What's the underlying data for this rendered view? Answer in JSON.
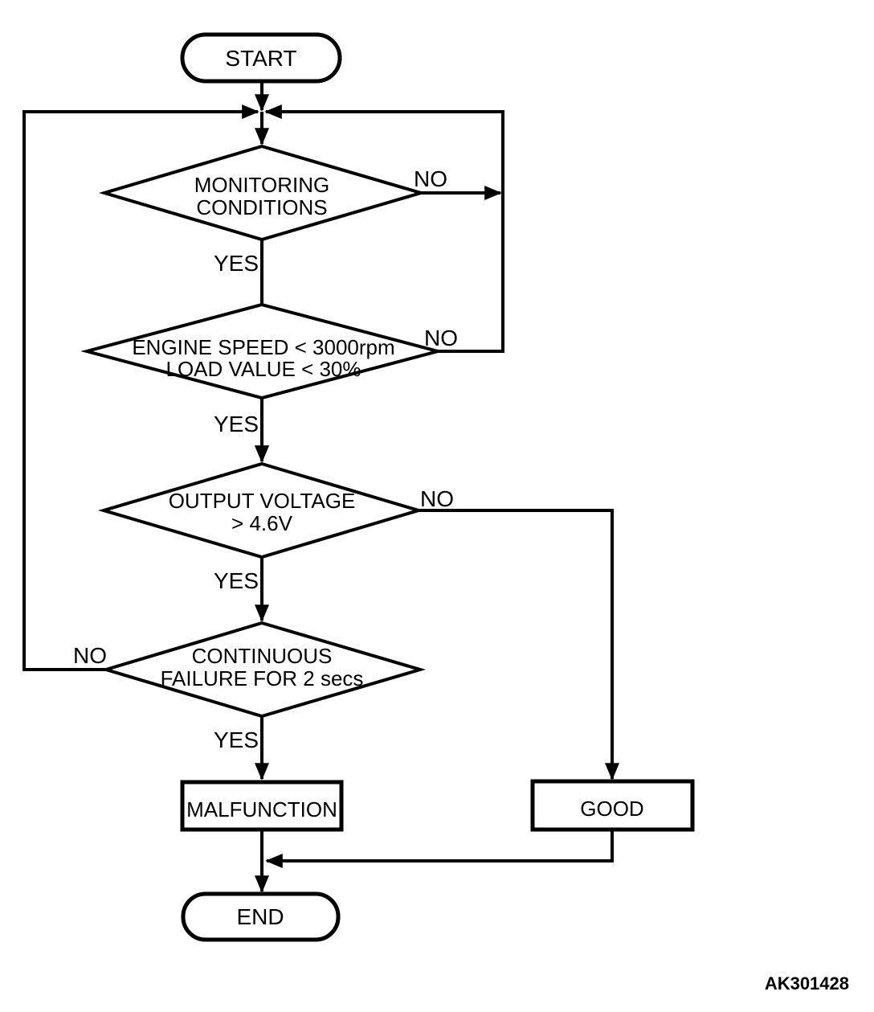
{
  "figure": {
    "code": "AK301428"
  },
  "flowchart": {
    "start": "START",
    "decision1": {
      "line1": "MONITORING",
      "line2": "CONDITIONS"
    },
    "decision2": {
      "line1": "ENGINE SPEED < 3000rpm",
      "line2": "LOAD VALUE < 30%"
    },
    "decision3": {
      "line1": "OUTPUT VOLTAGE",
      "line2": "> 4.6V"
    },
    "decision4": {
      "line1": "CONTINUOUS",
      "line2": "FAILURE FOR 2 secs"
    },
    "malfunction": "MALFUNCTION",
    "good": "GOOD",
    "end": "END",
    "labels": {
      "yes1": "YES",
      "no1": "NO",
      "yes2": "YES",
      "no2": "NO",
      "yes3": "YES",
      "no3": "NO",
      "yes4": "YES",
      "no4": "NO"
    },
    "colors": {
      "stroke": "#000000",
      "background": "#ffffff",
      "text": "#000000"
    }
  }
}
